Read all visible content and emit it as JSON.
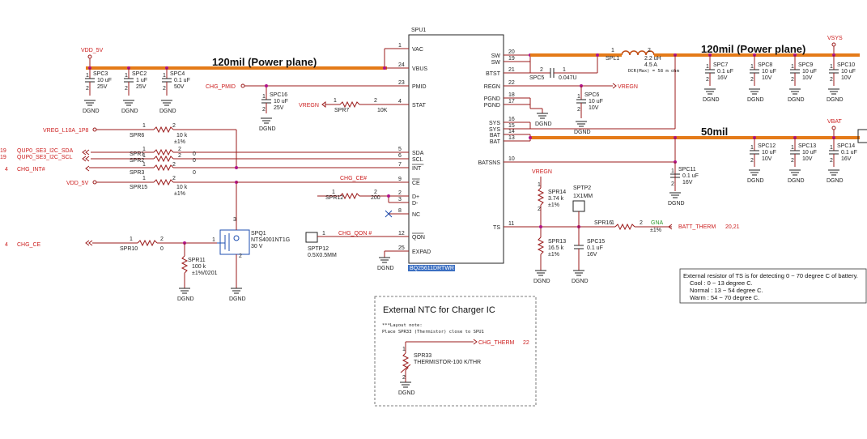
{
  "ic": {
    "ref": "SPU1",
    "part": "BQ25611DRTWR",
    "left_pins": [
      {
        "num": "1",
        "name": "VAC"
      },
      {
        "num": "24",
        "name": "VBUS"
      },
      {
        "num": "23",
        "name": "PMID"
      },
      {
        "num": "4",
        "name": "STAT"
      },
      {
        "num": "5",
        "name": "SDA"
      },
      {
        "num": "6",
        "name": "SCL"
      },
      {
        "num": "7",
        "name": "INT"
      },
      {
        "num": "9",
        "name": "CE"
      },
      {
        "num": "2",
        "name": "D+"
      },
      {
        "num": "3",
        "name": "D-"
      },
      {
        "num": "8",
        "name": "NC"
      },
      {
        "num": "12",
        "name": "QON"
      },
      {
        "num": "25",
        "name": "EXPAD"
      }
    ],
    "right_pins": [
      {
        "num": "20",
        "name": "SW"
      },
      {
        "num": "19",
        "name": "SW"
      },
      {
        "num": "21",
        "name": "BTST"
      },
      {
        "num": "22",
        "name": "REGN"
      },
      {
        "num": "18",
        "name": "PGND"
      },
      {
        "num": "17",
        "name": "PGND"
      },
      {
        "num": "16",
        "name": "SYS"
      },
      {
        "num": "15",
        "name": "SYS"
      },
      {
        "num": "14",
        "name": "BAT"
      },
      {
        "num": "13",
        "name": "BAT"
      },
      {
        "num": "10",
        "name": "BATSNS"
      },
      {
        "num": "11",
        "name": "TS"
      }
    ]
  },
  "planes": {
    "input": "120mil (Power plane)",
    "output": "120mil (Power plane)",
    "battery": "50mil"
  },
  "nets": {
    "vdd_5v": "VDD_5V",
    "vdd_5v_2": "VDD_5V",
    "vsys": "VSYS",
    "vbat": "VBAT",
    "chg_pmid": "CHG_PMID",
    "vregn": "VREGN",
    "vregn_out": "VREGN",
    "vregn_ts": "VREGN",
    "vreg_l10a": "VREG_L10A_1P8",
    "sda": "QUP0_SE3_I2C_SDA",
    "scl": "QUP0_SE3_I2C_SCL",
    "int": "CHG_INT#",
    "ce_bar": "CHG_CE#",
    "ce": "CHG_CE",
    "qon": "CHG_QON #",
    "batt_therm": "BATT_THERM",
    "batt_therm_ref": "20,21",
    "gna": "GNA",
    "chg_therm": "CHG_THERM",
    "chg_therm_ref": "22",
    "sheet_19a": "19",
    "sheet_19b": "19",
    "sheet_4a": "4",
    "sheet_4b": "4"
  },
  "components": {
    "spc3": {
      "ref": "SPC3",
      "v1": "10 uF",
      "v2": "25V"
    },
    "spc2": {
      "ref": "SPC2",
      "v1": "1 uF",
      "v2": "25V"
    },
    "spc4": {
      "ref": "SPC4",
      "v1": "0.1 uF",
      "v2": "50V"
    },
    "spc16": {
      "ref": "SPC16",
      "v1": "10 uF",
      "v2": "25V"
    },
    "spr7": {
      "ref": "SPR7",
      "v1": "10K"
    },
    "spr6": {
      "ref": "SPR6",
      "v1": "10 k",
      "v2": "±1%"
    },
    "spr1": {
      "ref": "SPR1",
      "v1": "0"
    },
    "spr2": {
      "ref": "SPR2",
      "v1": "0"
    },
    "spr3": {
      "ref": "SPR3",
      "v1": "0"
    },
    "spr15": {
      "ref": "SPR15",
      "v1": "10 k",
      "v2": "±1%"
    },
    "spr12": {
      "ref": "SPR12",
      "v1": "200"
    },
    "spq1": {
      "ref": "SPQ1",
      "v1": "NTS4001NT1G",
      "v2": "30 V"
    },
    "spr10": {
      "ref": "SPR10",
      "v1": "0"
    },
    "spr11": {
      "ref": "SPR11",
      "v1": "100 k",
      "v2": "±1%/0201"
    },
    "sptp12": {
      "ref": "SPTP12",
      "v1": "0.5X0.5MM"
    },
    "spl1": {
      "ref": "SPL1",
      "v1": "2.2 uH",
      "v2": "4.5 A",
      "v3": "DCR(Max) = 58 m ohm"
    },
    "spc5": {
      "ref": "SPC5",
      "v1": "0.047U"
    },
    "spc6": {
      "ref": "SPC6",
      "v1": "10 uF",
      "v2": "10V"
    },
    "spc7": {
      "ref": "SPC7",
      "v1": "0.1 uF",
      "v2": "16V"
    },
    "spc8": {
      "ref": "SPC8",
      "v1": "10 uF",
      "v2": "10V"
    },
    "spc9": {
      "ref": "SPC9",
      "v1": "10 uF",
      "v2": "10V"
    },
    "spc10": {
      "ref": "SPC10",
      "v1": "10 uF",
      "v2": "10V"
    },
    "spc12": {
      "ref": "SPC12",
      "v1": "10 uF",
      "v2": "10V"
    },
    "spc13": {
      "ref": "SPC13",
      "v1": "10 uF",
      "v2": "10V"
    },
    "spc14": {
      "ref": "SPC14",
      "v1": "0.1 uF",
      "v2": "16V"
    },
    "spc11": {
      "ref": "SPC11",
      "v1": "0.1 uF",
      "v2": "16V"
    },
    "spr14": {
      "ref": "SPR14",
      "v1": "3.74 k",
      "v2": "±1%"
    },
    "sptp2": {
      "ref": "SPTP2",
      "v1": "1X1MM"
    },
    "spr16": {
      "ref": "SPR16"
    },
    "spr16_tol": "±1%",
    "spr13": {
      "ref": "SPR13",
      "v1": "16.5 k",
      "v2": "±1%"
    },
    "spc15": {
      "ref": "SPC15",
      "v1": "0.1 uF",
      "v2": "16V"
    },
    "spr33": {
      "ref": "SPR33",
      "v1": "THERMISTOR-100 K/THR"
    }
  },
  "ground_label": "DGND",
  "ts_note": {
    "line1": "External resistor of TS is for detecting 0 ~ 70 degree C of battery.",
    "line2": "Cool : 0 ~ 13 degree C.",
    "line3": "Normal : 13 ~ 54 degree C.",
    "line4": "Warm : 54 ~ 70 degree C."
  },
  "ntc_box": {
    "title": "External NTC for Charger IC",
    "note1": "***Layout note:",
    "note2": "Place SPR33 (Thermistor) close to SPU1"
  },
  "colors": {
    "wire": "#9b1b1b",
    "plane": "#e47a18",
    "net_label": "#cc1d1d",
    "junction": "#b0138a",
    "gna": "#2e9a2e"
  }
}
